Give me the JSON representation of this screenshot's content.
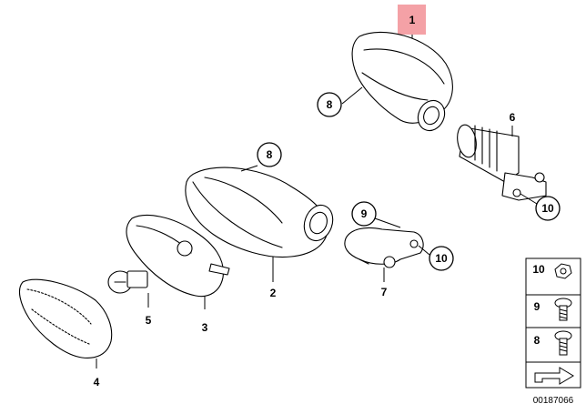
{
  "diagram": {
    "highlight_color": "#f4a1a6",
    "callouts": {
      "p1": "1",
      "p2": "2",
      "p3": "3",
      "p4": "4",
      "p5": "5",
      "p6": "6",
      "p7": "7",
      "p8a": "8",
      "p8b": "8",
      "p9": "9",
      "p10a": "10",
      "p10b": "10"
    },
    "legend": {
      "items": [
        {
          "number": "10",
          "icon": "nut-icon"
        },
        {
          "number": "9",
          "icon": "screw-icon"
        },
        {
          "number": "8",
          "icon": "screw-icon"
        }
      ],
      "arrow_icon": "arrow-icon"
    },
    "reference_number": "00187066"
  }
}
